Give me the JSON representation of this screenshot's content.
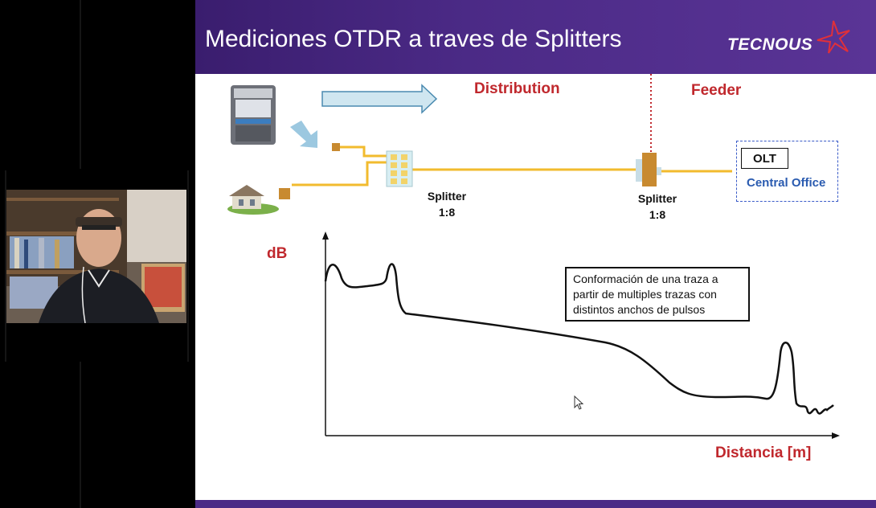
{
  "slide": {
    "title": "Mediciones OTDR a traves de Splitters",
    "logo_text": "TECNOUS",
    "colors": {
      "header": "#4b2a86",
      "accent_red": "#c0282d",
      "fiber": "#f2bb2e",
      "office_blue": "#2a5bb0"
    }
  },
  "diagram": {
    "distribution_label": "Distribution",
    "feeder_label": "Feeder",
    "splitter_1": {
      "name": "Splitter",
      "ratio": "1:8"
    },
    "splitter_2": {
      "name": "Splitter",
      "ratio": "1:8"
    },
    "olt_label": "OLT",
    "central_office_label": "Central Office",
    "icons": [
      "otdr-device-icon",
      "house-icon",
      "arrow-right-icon",
      "arrow-down-right-icon"
    ]
  },
  "trace": {
    "y_axis_label": "dB",
    "x_axis_label": "Distancia [m]",
    "annotation": [
      "Conformación de una traza a",
      "partir de multiples trazas con",
      "distintos anchos de pulsos"
    ]
  }
}
